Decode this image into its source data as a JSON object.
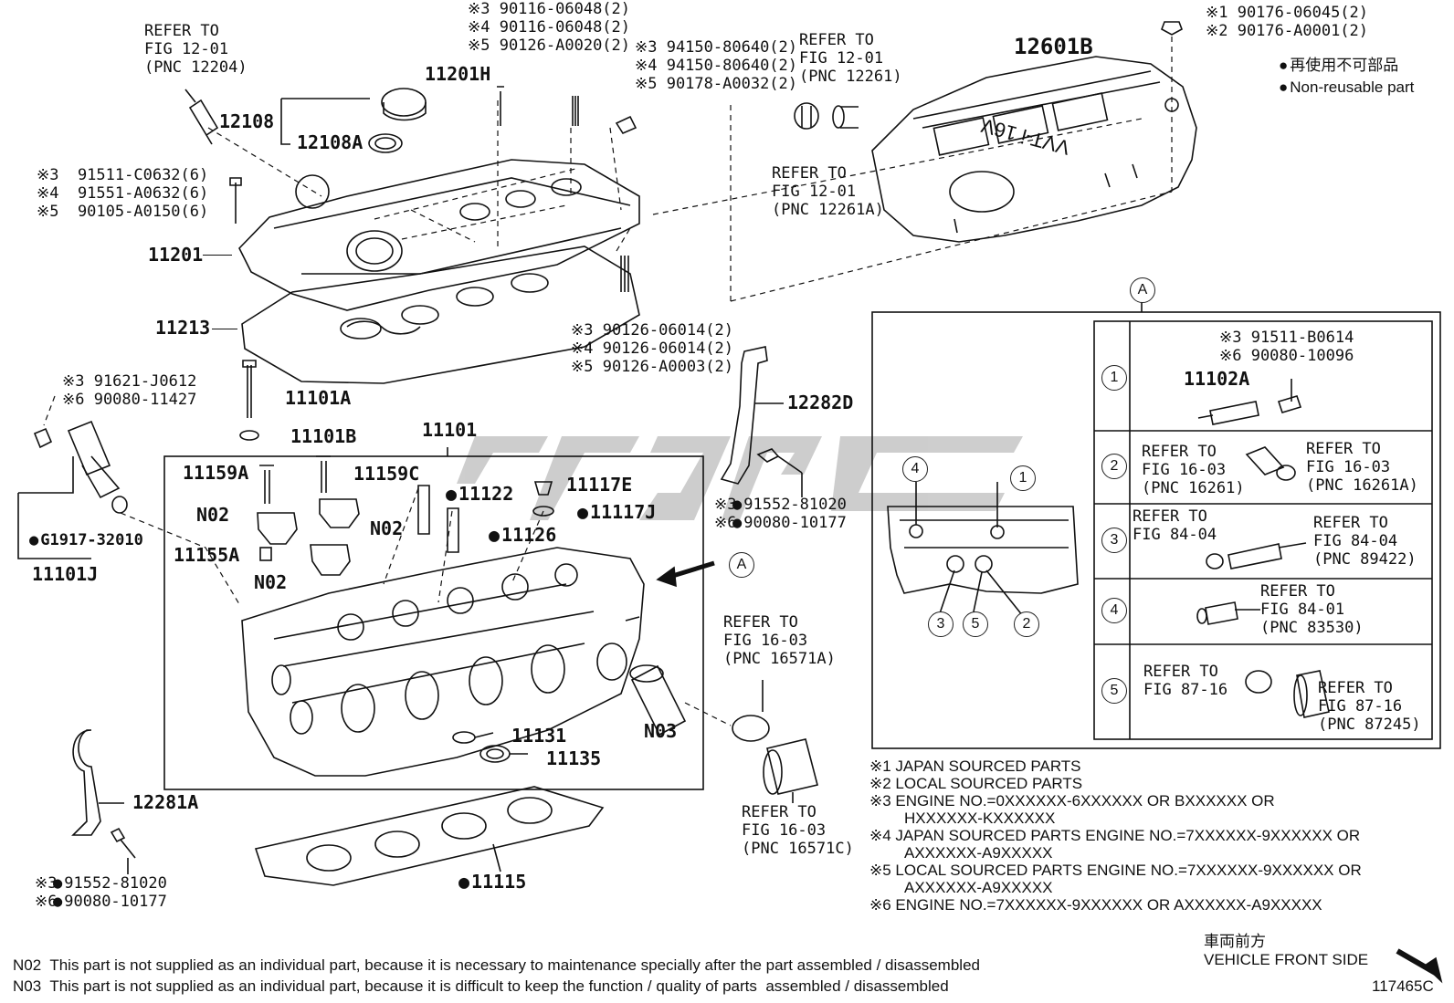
{
  "legend": {
    "non_reusable_jp": "再使用不可部品",
    "non_reusable_en": "Non-reusable part"
  },
  "callout_A": "A",
  "parts": {
    "p12601B": "12601B",
    "p12108": "12108",
    "p12108A": "12108A",
    "p11201H": "11201H",
    "p11201": "11201",
    "p11213": "11213",
    "p11101A": "11101A",
    "p11101B": "11101B",
    "p11101": "11101",
    "p11101J": "11101J",
    "p11159A": "11159A",
    "p11159C": "11159C",
    "p11122": "11122",
    "p11117E": "11117E",
    "p11117J": "11117J",
    "p11126": "11126",
    "n02a": "N02",
    "n02b": "N02",
    "p11155A": "11155A",
    "p12282D": "12282D",
    "n03": "N03",
    "p11131": "11131",
    "p11135": "11135",
    "p12281A": "12281A",
    "p11115": "11115",
    "p11102A": "11102A",
    "g1917": "G1917-32010"
  },
  "refs": {
    "top_bolt_1": "※1 90176-06045(2)",
    "top_bolt_2": "※2 90176-A0001(2)",
    "stud_top_3": "※3 90116-06048(2)",
    "stud_top_4": "※4 90116-06048(2)",
    "stud_top_5": "※5 90126-A0020(2)",
    "nut_3": "※3 94150-80640(2)",
    "nut_4": "※4 94150-80640(2)",
    "nut_5": "※5 90178-A0032(2)",
    "bolt_left_3": "※3  91511-C0632(6)",
    "bolt_left_4": "※4  91551-A0632(6)",
    "bolt_left_5": "※5  90105-A0150(6)",
    "stud_mid_3": "※3 90126-06014(2)",
    "stud_mid_4": "※4 90126-06014(2)",
    "stud_mid_5": "※5 90126-A0003(2)",
    "ocv_3": "※3 91621-J0612",
    "ocv_6": "※6 90080-11427",
    "br_3": "91552-81020",
    "br_6": "90080-10177",
    "br_pre_3": "※3",
    "br_pre_6": "※6",
    "bl_3": "91552-81020",
    "bl_6": "90080-10177",
    "bl_pre_3": "※3",
    "bl_pre_6": "※6",
    "a1_3": "※3 91511-B0614",
    "a1_6": "※6 90080-10096"
  },
  "refer_notes": {
    "r12204": [
      "REFER TO",
      "FIG 12-01",
      "(PNC 12204)"
    ],
    "r12261": [
      "REFER TO",
      "FIG 12-01",
      "(PNC 12261)"
    ],
    "r12261A": [
      "REFER TO",
      "FIG 12-01",
      "(PNC 12261A)"
    ],
    "r16571A": [
      "REFER TO",
      "FIG 16-03",
      "(PNC 16571A)"
    ],
    "r16571C": [
      "REFER TO",
      "FIG 16-03",
      "(PNC 16571C)"
    ],
    "a2_left": [
      "REFER TO",
      "FIG 16-03",
      "(PNC 16261)"
    ],
    "a2_right": [
      "REFER TO",
      "FIG 16-03",
      "(PNC 16261A)"
    ],
    "a3_left": [
      "REFER TO",
      "FIG 84-04"
    ],
    "a3_right": [
      "REFER TO",
      "FIG 84-04",
      "(PNC 89422)"
    ],
    "a4": [
      "REFER TO",
      "FIG 84-01",
      "(PNC 83530)"
    ],
    "a5_left": [
      "REFER TO",
      "FIG 87-16"
    ],
    "a5_right": [
      "REFER TO",
      "FIG 87-16",
      "(PNC 87245)"
    ]
  },
  "row_numbers": [
    "1",
    "2",
    "3",
    "4",
    "5"
  ],
  "footnotes": [
    "※1 JAPAN SOURCED PARTS",
    "※2 LOCAL SOURCED PARTS",
    "※3 ENGINE NO.=0XXXXXX-6XXXXXX OR BXXXXXX OR",
    "HXXXXXX-KXXXXXX",
    "※4 JAPAN SOURCED PARTS ENGINE NO.=7XXXXXX-9XXXXXX OR",
    "AXXXXXX-A9XXXXX",
    "※5 LOCAL SOURCED PARTS ENGINE NO.=7XXXXXX-9XXXXXX OR",
    "AXXXXXX-A9XXXXX",
    "※6 ENGINE NO.=7XXXXXX-9XXXXXX OR AXXXXXX-A9XXXXX"
  ],
  "vehicle_front": {
    "jp": "車両前方",
    "en": "VEHICLE FRONT SIDE"
  },
  "notes": {
    "n02": "N02  This part is not supplied as an individual part, because it is necessary to maintenance specially after the part assembled / disassembled",
    "n03": "N03  This part is not supplied as an individual part, because it is difficult to keep the function / quality of parts  assembled / disassembled"
  },
  "figure_id": "117465C",
  "cover_text": "VVT-i 16V"
}
